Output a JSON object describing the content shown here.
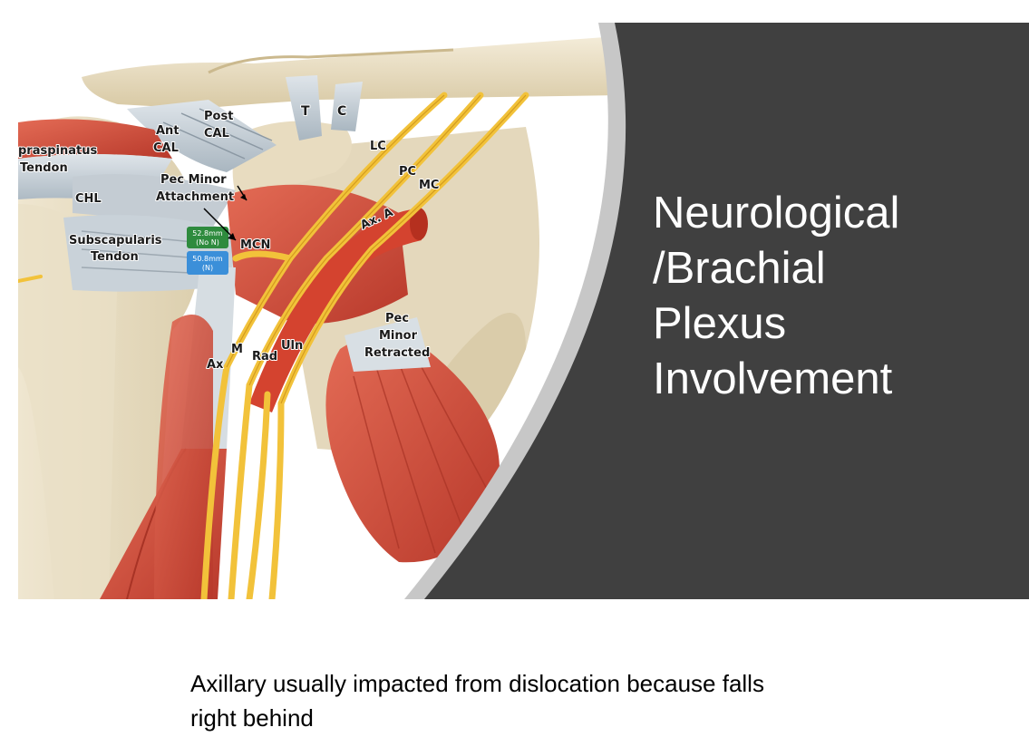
{
  "slide": {
    "title": "Neurological\n/Brachial\nPlexus\nInvolvement",
    "panel_color": "#404040",
    "accent_color": "#c7c7c7"
  },
  "illustration": {
    "labels": {
      "supraspinatus_tendon_1": "praspinatus",
      "supraspinatus_tendon_2": "Tendon",
      "ant_cal_1": "Ant",
      "ant_cal_2": "CAL",
      "post_cal_1": "Post",
      "post_cal_2": "CAL",
      "t": "T",
      "c": "C",
      "lc": "LC",
      "pc": "PC",
      "mc": "MC",
      "chl": "CHL",
      "pec_minor_attachment_1": "Pec Minor",
      "pec_minor_attachment_2": "Attachment",
      "subscapularis_tendon_1": "Subscapularis",
      "subscapularis_tendon_2": "Tendon",
      "mcn": "MCN",
      "ax_a": "Ax. A",
      "ax": "Ax",
      "m": "M",
      "rad": "Rad",
      "uln": "Uln",
      "pec_minor_retracted_1": "Pec",
      "pec_minor_retracted_2": "Minor",
      "pec_minor_retracted_3": "Retracted"
    },
    "measurements": {
      "green_1": "52.8mm",
      "green_2": "(No N)",
      "blue_1": "50.8mm",
      "blue_2": "(N)",
      "green_color": "#2e8b3e",
      "blue_color": "#3b8fd9"
    }
  },
  "notes": {
    "text": "Axillary usually impacted from dislocation because falls\nright behind"
  }
}
